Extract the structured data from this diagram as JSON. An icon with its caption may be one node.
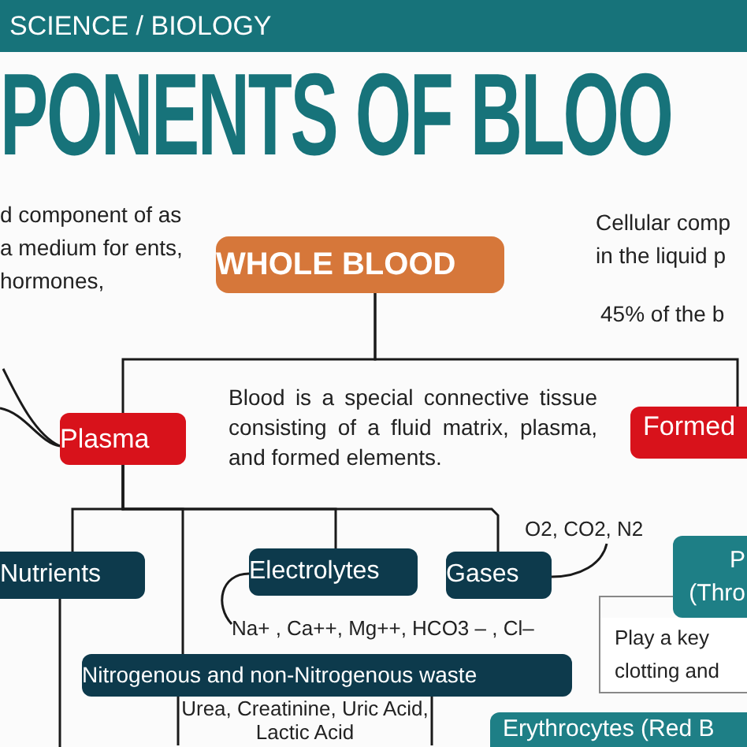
{
  "diagram": {
    "title": "PONENTS OF BLOO",
    "nodes": [
      {
        "text": [
          "WHOLE BLOOD"
        ]
      },
      {
        "text": [
          "Plasma"
        ]
      },
      {
        "text": [
          "Formed"
        ]
      },
      {
        "text": [
          "Nutrients"
        ]
      },
      {
        "text": [
          "Electrolytes"
        ]
      },
      {
        "text": [
          "Gases"
        ]
      },
      {
        "text": [
          "Nitrogenous and non-Nitrogenous waste"
        ]
      },
      {
        "text": [
          "P (Thro"
        ]
      },
      {
        "text": [
          "Erythrocytes (Red B"
        ]
      },
      {
        "text": [
          "O2, CO2, N2"
        ]
      },
      {
        "text": [
          "Na+ , Ca++, Mg++, HCO3 – , Cl–"
        ]
      },
      {
        "text": [
          "Urea, Creatinine, Uric Acid, Lactic Acid"
        ]
      },
      {
        "text": [
          "Play a key clotting and"
        ]
      }
    ],
    "edges": [
      {
        "from": 0,
        "to": 1,
        "arrow": "none"
      },
      {
        "from": 0,
        "to": 2,
        "arrow": "none"
      },
      {
        "from": 1,
        "to": 3,
        "arrow": "none"
      },
      {
        "from": 1,
        "to": 4,
        "arrow": "none"
      },
      {
        "from": 1,
        "to": 5,
        "arrow": "none"
      },
      {
        "from": 1,
        "to": 6,
        "arrow": "none"
      },
      {
        "from": 5,
        "to": 9,
        "arrow": "none"
      },
      {
        "from": 4,
        "to": 10,
        "arrow": "none"
      },
      {
        "from": 3,
        "to": null,
        "arrow": "none"
      },
      {
        "from": 6,
        "to": 11,
        "arrow": "none"
      },
      {
        "from": 6,
        "to": 11,
        "arrow": "none"
      },
      {
        "from": null,
        "to": 1,
        "arrow": "none"
      },
      {
        "from": null,
        "to": 1,
        "arrow": "none"
      }
    ],
    "labels": [
      "SCIENCE / BIOLOGY",
      "d component of as a medium for ents, hormones,",
      "Cellular comp in the liquid p",
      "45% of the b",
      "Blood is a special connective tissue consisting of a fluid matrix, plasma, and formed elements."
    ]
  }
}
